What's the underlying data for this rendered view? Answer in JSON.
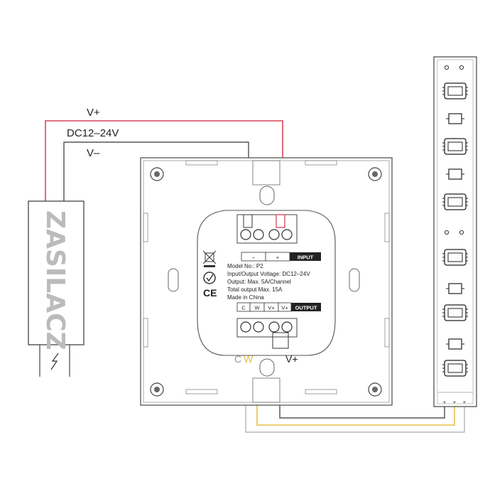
{
  "power_supply": {
    "name": "ZASILACZ",
    "input_label": "DC12–24V",
    "vplus_label": "V+",
    "vminus_label": "V–"
  },
  "controller": {
    "input_header": "INPUT",
    "input_minus": "–",
    "input_plus": "+",
    "model": "Model No.: P2",
    "voltage": "Input/Output Voltage: DC12–24V",
    "output_rating": "Output: Max. 5A/Channel",
    "total_output": "Total output Max. 15A",
    "origin": "Made in China",
    "ce_mark": "CE",
    "output_header": "OUTPUT",
    "output_terms": [
      "C",
      "W",
      "V+",
      "V+"
    ]
  },
  "wiring": {
    "c_label": "C",
    "w_label": "W",
    "vplus_label": "V+",
    "colors": {
      "vplus": "#d6455a",
      "vminus": "#333333",
      "w": "#e6c04a",
      "c": "#aaaaaa"
    }
  },
  "strip": {
    "end_terminals": [
      "+",
      "+",
      "+"
    ]
  }
}
